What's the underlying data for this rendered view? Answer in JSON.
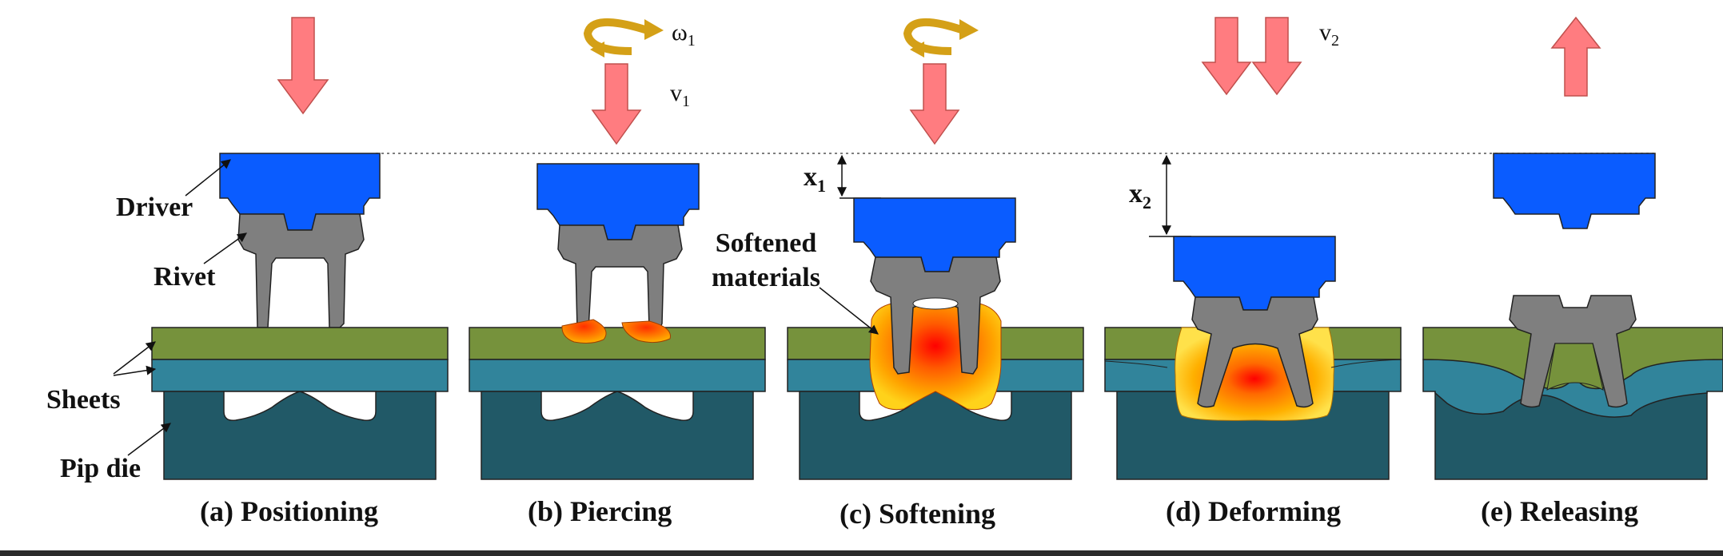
{
  "stages": [
    {
      "key": "a",
      "caption": "(a) Positioning"
    },
    {
      "key": "b",
      "caption": "(b) Piercing"
    },
    {
      "key": "c",
      "caption": "(c) Softening"
    },
    {
      "key": "d",
      "caption": "(d) Deforming"
    },
    {
      "key": "e",
      "caption": "(e) Releasing"
    }
  ],
  "labels": {
    "driver": "Driver",
    "rivet": "Rivet",
    "sheets": "Sheets",
    "pip_die": "Pip die",
    "softened_line1": "Softened",
    "softened_line2": "materials"
  },
  "symbols": {
    "omega1": "ω",
    "omega1_sub": "1",
    "v1": "v",
    "v1_sub": "1",
    "v2": "v",
    "v2_sub": "2",
    "x1": "x",
    "x1_sub": "1",
    "x2": "x",
    "x2_sub": "2"
  },
  "colors": {
    "driver": "#0a5cff",
    "rivet": "#7f7f7f",
    "top_sheet": "#76923c",
    "bottom_sheet": "#31849b",
    "die": "#215967",
    "arrow": "#ff7c80",
    "rotation": "#d4a017",
    "heat_core": "#ff0000",
    "heat_mid": "#ff8000",
    "heat_edge": "#ffd21a"
  }
}
